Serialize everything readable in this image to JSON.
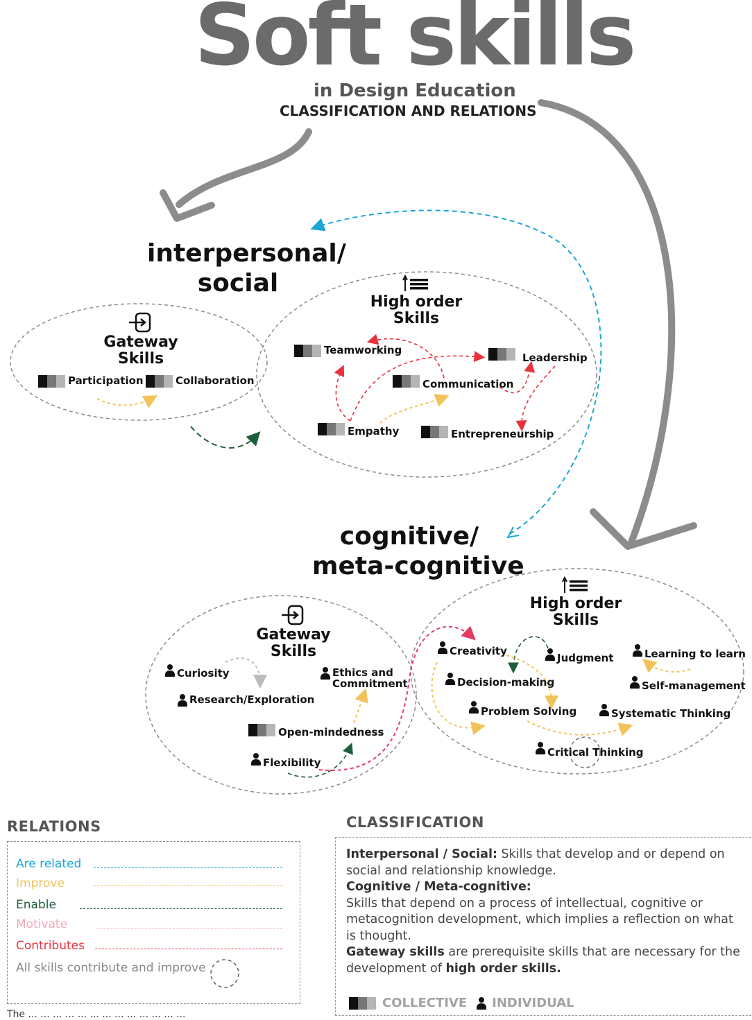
{
  "header": {
    "title": "Soft skills",
    "subtitle": "in Design Education",
    "tagline": "CLASSIFICATION AND RELATIONS"
  },
  "interpersonal": {
    "title_line1": "interpersonal/",
    "title_line2": "social",
    "gateway": {
      "title_line1": "Gateway",
      "title_line2": "Skills",
      "skills": [
        "Participation",
        "Collaboration"
      ]
    },
    "high_order": {
      "title_line1": "High order",
      "title_line2": "Skills",
      "skills": [
        "Teamworking",
        "Leadership",
        "Communication",
        "Empathy",
        "Entrepreneurship"
      ]
    }
  },
  "cognitive": {
    "title_line1": "cognitive/",
    "title_line2": "meta-cognitive",
    "gateway": {
      "title_line1": "Gateway",
      "title_line2": "Skills",
      "skills": [
        "Curiosity",
        "Ethics and",
        "Commitment",
        "Research/Exploration",
        "Open-mindedness",
        "Flexibility"
      ]
    },
    "high_order": {
      "title_line1": "High order",
      "title_line2": "Skills",
      "skills": [
        "Creativity",
        "Judgment",
        "Learning to learn",
        "Decision-making",
        "Self-management",
        "Problem Solving",
        "Systematic Thinking",
        "Critical Thinking"
      ]
    }
  },
  "relations": {
    "heading": "RELATIONS",
    "items": [
      {
        "label": "Are related",
        "color": "#1aa6d6"
      },
      {
        "label": "Improve",
        "color": "#f2c25a"
      },
      {
        "label": "Enable",
        "color": "#1f5e3a"
      },
      {
        "label": "Motivate",
        "color": "#f2a6b8"
      },
      {
        "label": "Contributes",
        "color": "#e8323e"
      }
    ],
    "all_skills_note": "All skills contribute and improve"
  },
  "classification": {
    "heading": "CLASSIFICATION",
    "interpersonal_label": "Interpersonal / Social:",
    "interpersonal_text": " Skills that develop and or depend on social and relationship knowledge.",
    "cognitive_label": "Cognitive / Meta-cognitive:",
    "cognitive_text": "Skills that depend on a process of intellectual, cognitive or metacognition development, which implies a reflection on what is thought.",
    "gateway_label": "Gateway skills",
    "gateway_text_mid": " are prerequisite skills that are necessary for the development of ",
    "high_order_label": "high order skills.",
    "collective_label": "COLLECTIVE",
    "individual_label": "INDIVIDUAL"
  },
  "footnote": "The ... ... ... ... ... ... ... ... ... ... ... ... ..."
}
